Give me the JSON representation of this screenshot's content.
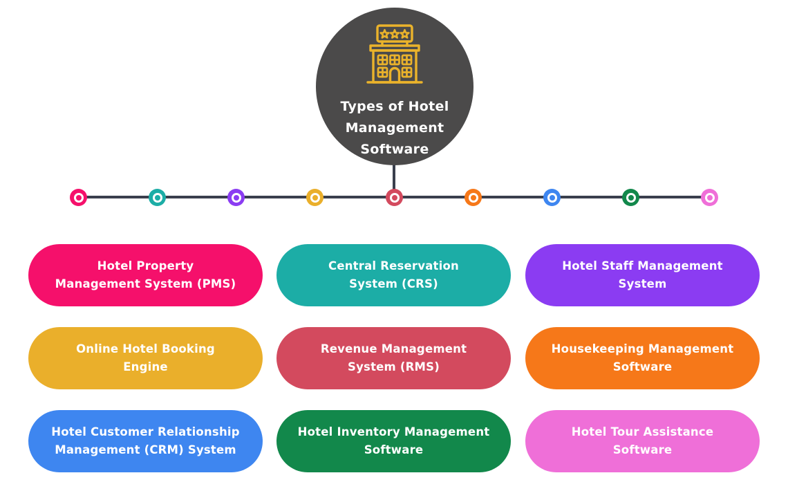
{
  "title": {
    "lines": [
      "Types of Hotel",
      "Management",
      "Software"
    ]
  },
  "header_icon": {
    "name": "hotel-building-icon",
    "description": "outlined hotel building with three-star signboard",
    "color": "#EBB32B",
    "stars": 3
  },
  "colors": {
    "background": "#FFFFFF",
    "title_circle": "#4B4A4A",
    "connector_line": "#3A3F4D",
    "card_text": "#FFFFFF"
  },
  "timeline": {
    "dots": [
      {
        "color": "#F5106B"
      },
      {
        "color": "#1CADA6"
      },
      {
        "color": "#8B3CF2"
      },
      {
        "color": "#EAAF2B"
      },
      {
        "color": "#D34A5E"
      },
      {
        "color": "#F67819"
      },
      {
        "color": "#3E86F0"
      },
      {
        "color": "#12884B"
      },
      {
        "color": "#EF6FD8"
      }
    ]
  },
  "cards": [
    {
      "lines": [
        "Hotel Property",
        "Management System (PMS)"
      ],
      "color": "#F5106B"
    },
    {
      "lines": [
        "Central Reservation",
        "System (CRS)"
      ],
      "color": "#1CADA6"
    },
    {
      "lines": [
        "Hotel Staff Management",
        "System"
      ],
      "color": "#8B3CF2"
    },
    {
      "lines": [
        "Online Hotel Booking",
        "Engine"
      ],
      "color": "#EAAF2B"
    },
    {
      "lines": [
        "Revenue Management",
        "System (RMS)"
      ],
      "color": "#D34A5E"
    },
    {
      "lines": [
        "Housekeeping Management",
        "Software"
      ],
      "color": "#F67819"
    },
    {
      "lines": [
        "Hotel Customer Relationship",
        "Management (CRM) System"
      ],
      "color": "#3E86F0"
    },
    {
      "lines": [
        "Hotel Inventory Management",
        "Software"
      ],
      "color": "#12884B"
    },
    {
      "lines": [
        "Hotel Tour Assistance",
        "Software"
      ],
      "color": "#EF6FD8"
    }
  ]
}
